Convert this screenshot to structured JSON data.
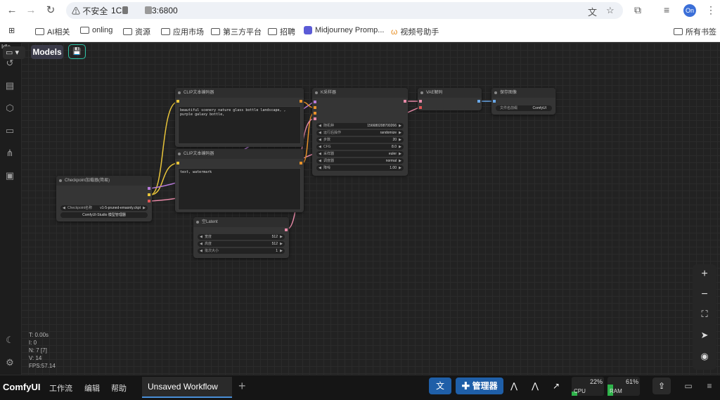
{
  "browser": {
    "security_warning": "不安全",
    "url_prefix": "1C",
    "url_suffix": "3:6800",
    "profile_label": "On"
  },
  "bookmarks": [
    "AI相关",
    "onling",
    "资源",
    "应用市场",
    "第三方平台",
    "招聘",
    "Midjourney Promp...",
    "视频号助手"
  ],
  "all_bookmarks": "所有书签",
  "app": {
    "status": "Idle",
    "models_label": "Models",
    "stats": [
      "T: 0.00s",
      "I: 0",
      "N: 7 [7]",
      "V: 14",
      "FPS:57.14"
    ]
  },
  "nodes": {
    "clip1": {
      "title": "CLIP文本编码器",
      "text": "beautiful scenery nature glass bottle landscape, , purple galaxy bottle,"
    },
    "clip2": {
      "title": "CLIP文本编码器",
      "text": "text, watermark"
    },
    "checkpoint": {
      "title": "Checkpoint加载器(简易)",
      "widget_label": "Checkpoint名称",
      "widget_value": "v1-5-pruned-emaonly.ckpt",
      "button_label": "ComfyUI-Studio 模型管理器"
    },
    "latent": {
      "title": "空Latent",
      "widgets": [
        {
          "label": "宽度",
          "value": "512"
        },
        {
          "label": "高度",
          "value": "512"
        },
        {
          "label": "批次大小",
          "value": "1"
        }
      ]
    },
    "ksampler": {
      "title": "K采样器",
      "widgets": [
        {
          "label": "随机种",
          "value": "156680208700266"
        },
        {
          "label": "运行后操作",
          "value": "randomize"
        },
        {
          "label": "步数",
          "value": "20"
        },
        {
          "label": "CFG",
          "value": "8.0"
        },
        {
          "label": "采样器",
          "value": "euler"
        },
        {
          "label": "调度器",
          "value": "normal"
        },
        {
          "label": "降噪",
          "value": "1.00"
        }
      ]
    },
    "vae": {
      "title": "VAE解码"
    },
    "save": {
      "title": "保存图像",
      "widget_label": "文件名前缀",
      "widget_value": "ComfyUI"
    }
  },
  "bottombar": {
    "brand": "ComfyUI",
    "menus": [
      "工作流",
      "编辑",
      "帮助"
    ],
    "workflow_tab": "Unsaved Workflow",
    "manager_label": "管理器",
    "cpu_label": "CPU",
    "cpu_pct": "22%",
    "cpu_level": 0.22,
    "ram_label": "RAM",
    "ram_pct": "61%",
    "ram_level": 0.61
  },
  "colors": {
    "accent_blue": "#1f5fa8",
    "link_yellow": "#e8c43a",
    "link_pink": "#e88aa8",
    "link_purple": "#b77bd8",
    "link_blue": "#6aa8e8",
    "meter_green": "#2eb34a"
  }
}
